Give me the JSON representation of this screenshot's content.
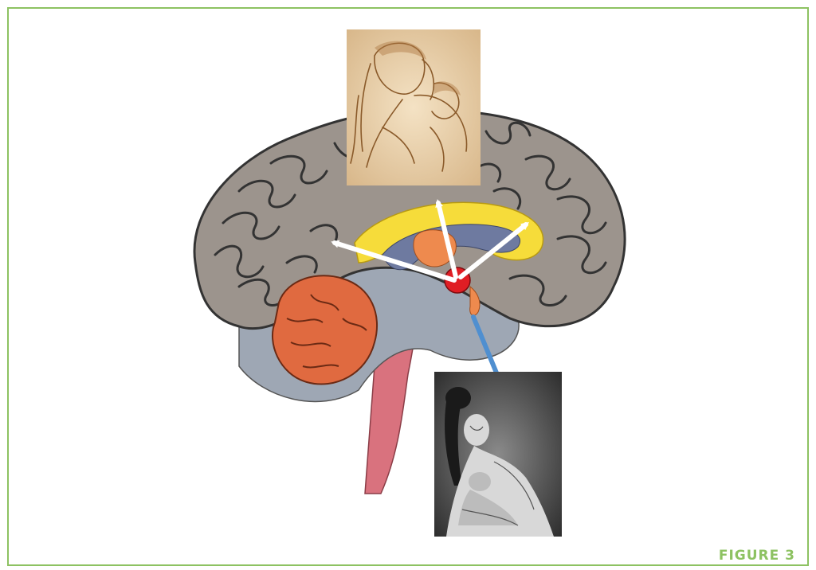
{
  "figure": {
    "label": "FIGURE 3"
  },
  "colors": {
    "frame": "#8dc262",
    "label": "#8dc262",
    "cortex": "#9c948d",
    "cortex_outline": "#333333",
    "cerebellum": "#e06a40",
    "brainstem": "#d9727e",
    "limbic_yellow": "#f6dc3a",
    "thalamus_orange": "#ee8a4e",
    "ventricle_blue": "#6e7aa0",
    "hypothalamus_red": "#e01e24",
    "arrow_white": "#ffffff",
    "arrow_blue": "#4f8fd0"
  },
  "images": {
    "top": "mother-and-child-sepia-drawing",
    "bottom": "breastfeeding-mother-grayscale-painting"
  }
}
